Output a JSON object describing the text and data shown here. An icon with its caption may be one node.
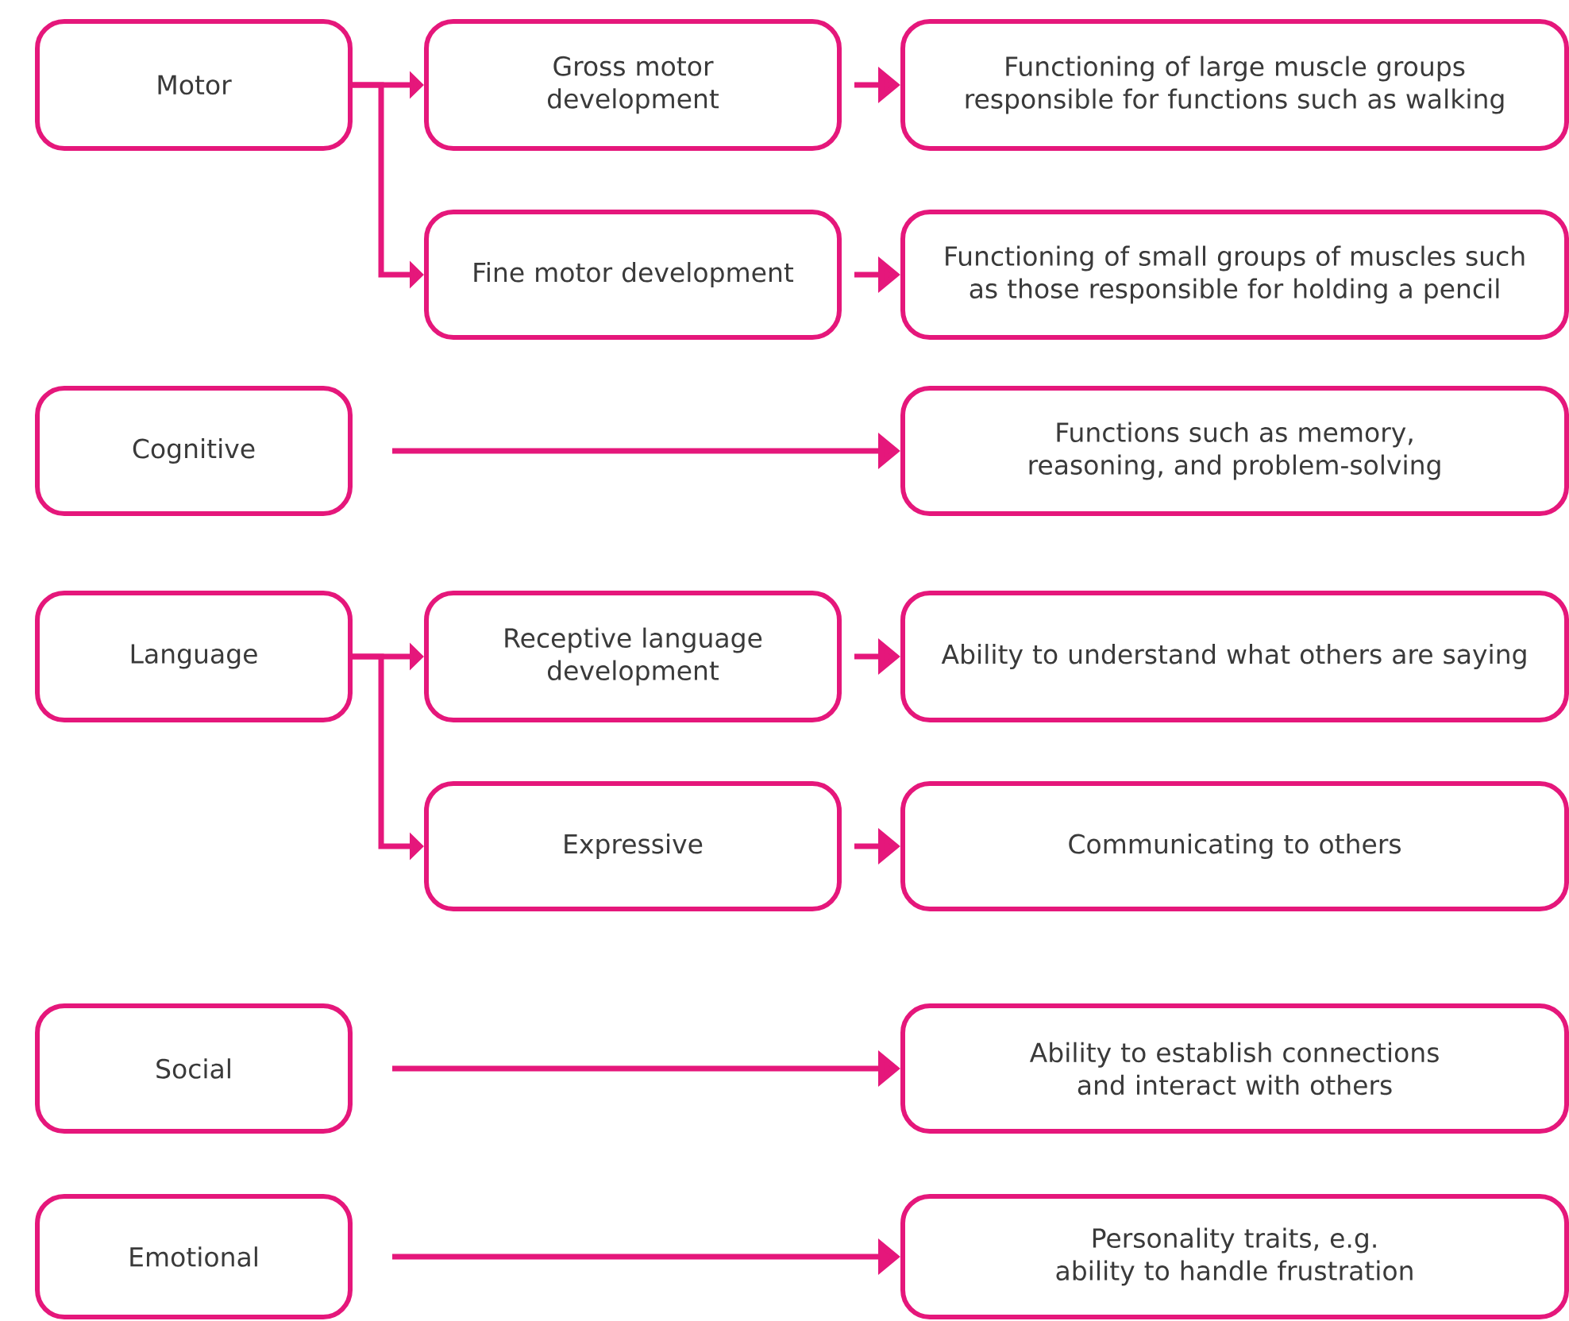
{
  "diagram": {
    "nodes": [
      {
        "text": [
          "Motor"
        ]
      },
      {
        "text": [
          "Gross motor development"
        ]
      },
      {
        "text": [
          "Functioning of large muscle groups responsible for functions such as walking"
        ]
      },
      {
        "text": [
          "Fine motor development"
        ]
      },
      {
        "text": [
          "Functioning of small groups of muscles such as those responsible for holding a pencil"
        ]
      },
      {
        "text": [
          "Cognitive"
        ]
      },
      {
        "text": [
          "Functions such as memory, reasoning, and problem-solving"
        ]
      },
      {
        "text": [
          "Language"
        ]
      },
      {
        "text": [
          "Receptive language development"
        ]
      },
      {
        "text": [
          "Ability to understand what others are saying"
        ]
      },
      {
        "text": [
          "Expressive"
        ]
      },
      {
        "text": [
          "Communicating to others"
        ]
      },
      {
        "text": [
          "Social"
        ]
      },
      {
        "text": [
          "Ability to establish connections and interact with others"
        ]
      },
      {
        "text": [
          "Emotional"
        ]
      },
      {
        "text": [
          "Personality traits, e.g. ability to handle frustration"
        ]
      }
    ],
    "edges": [
      {
        "from": 0,
        "to": 1,
        "arrow": "to"
      },
      {
        "from": 0,
        "to": 3,
        "arrow": "to"
      },
      {
        "from": 1,
        "to": 2,
        "arrow": "to"
      },
      {
        "from": 3,
        "to": 4,
        "arrow": "to"
      },
      {
        "from": 5,
        "to": 6,
        "arrow": "to"
      },
      {
        "from": 7,
        "to": 8,
        "arrow": "to"
      },
      {
        "from": 7,
        "to": 10,
        "arrow": "to"
      },
      {
        "from": 8,
        "to": 9,
        "arrow": "to"
      },
      {
        "from": 10,
        "to": 11,
        "arrow": "to"
      },
      {
        "from": 12,
        "to": 13,
        "arrow": "to"
      },
      {
        "from": 14,
        "to": 15,
        "arrow": "to"
      }
    ]
  }
}
